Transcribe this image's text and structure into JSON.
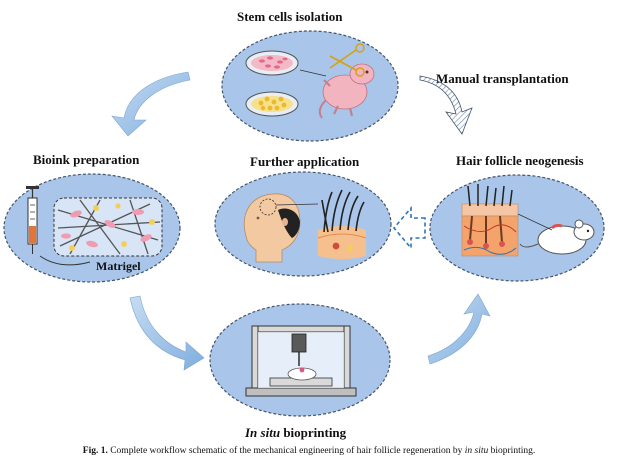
{
  "labels": {
    "stem_cells": "Stem cells isolation",
    "manual_transplantation": "Manual transplantation",
    "bioink_preparation": "Bioink preparation",
    "further_application": "Further application",
    "hair_follicle_neogenesis": "Hair follicle neogenesis",
    "matrigel": "Matrigel",
    "bioprinting_italic": "In situ",
    "bioprinting_rest": " bioprinting"
  },
  "caption": {
    "fig_label": "Fig. 1.",
    "text_before": " Complete workflow schematic of the mechanical engineering of hair follicle regeneration by ",
    "text_italic": "in situ",
    "text_after": " bioprinting."
  },
  "colors": {
    "ellipse_fill": "#a9c6ea",
    "ellipse_stroke": "#44546a",
    "arrow_fill": "#9dc3e6",
    "skin": "#f2c9a0",
    "dark": "#222222",
    "pink_cell": "#f19bb0",
    "yellow_cell": "#f3cf5a"
  }
}
